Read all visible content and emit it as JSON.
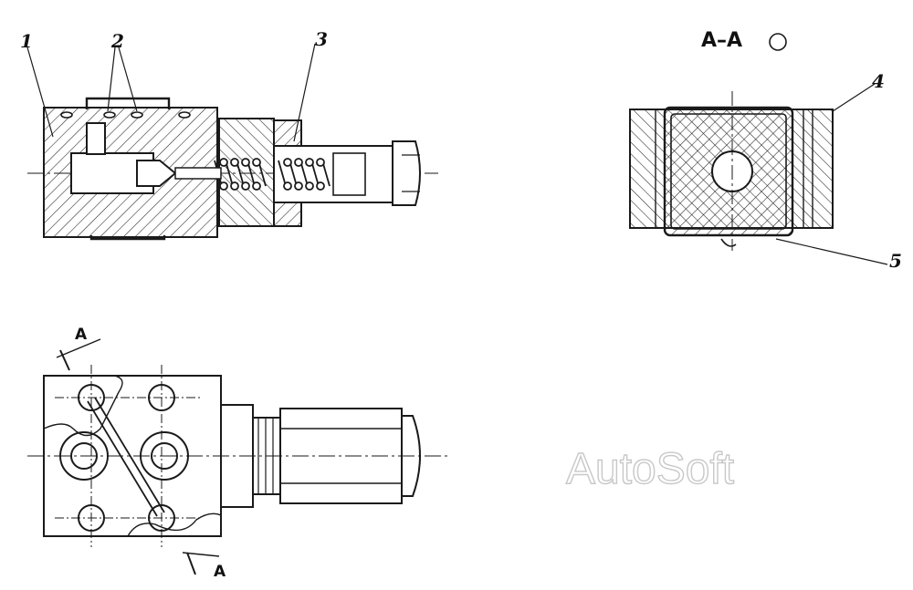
{
  "drawing": {
    "callouts": {
      "c1": "1",
      "c2": "2",
      "c3": "3",
      "c4": "4",
      "c5": "5"
    },
    "section_title": "A–A",
    "section_marks": {
      "top": "A",
      "bottom": "A"
    }
  },
  "watermark": "AutoSoft",
  "colors": {
    "line": "#1a1a1a",
    "background": "#ffffff",
    "watermark_outline": "#c8c8c8"
  }
}
